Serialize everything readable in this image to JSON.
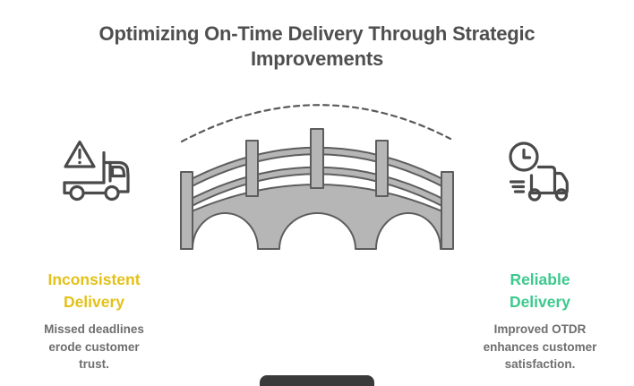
{
  "title": {
    "lines": [
      "Optimizing On-Time Delivery Through Strategic",
      "Improvements"
    ],
    "color": "#4f4f4f"
  },
  "bridge": {
    "description": "gray stone arch bridge with three arches and railing, dashed arc overhead",
    "fill": "#b6b6b6",
    "outline": "#5d5d5d",
    "dashed_arc_color": "#5a5a5a"
  },
  "left": {
    "icon": "truck-warning-icon",
    "heading_lines": [
      "Inconsistent",
      "Delivery"
    ],
    "heading_color": "#e3c119",
    "body_lines": [
      "Missed deadlines",
      "erode customer",
      "trust."
    ]
  },
  "right": {
    "icon": "truck-clock-icon",
    "heading_lines": [
      "Reliable",
      "Delivery"
    ],
    "heading_color": "#3cc98d",
    "body_lines": [
      "Improved OTDR",
      "enhances customer",
      "satisfaction."
    ]
  },
  "body_text_color": "#6e6e6e",
  "icon_stroke_color": "#4a4a4a",
  "watermark_color": "#3a3a3a"
}
